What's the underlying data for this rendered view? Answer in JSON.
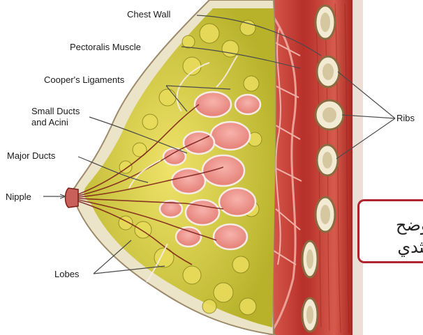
{
  "labels": {
    "chest_wall": "Chest Wall",
    "pectoralis_muscle": "Pectoralis Muscle",
    "coopers_ligaments": "Cooper's Ligaments",
    "small_ducts_line1": "Small Ducts",
    "small_ducts_line2": "and Acini",
    "major_ducts": "Major Ducts",
    "nipple": "Nipple",
    "lobes": "Lobes",
    "ribs": "Ribs"
  },
  "caption": {
    "line1": "يوضح",
    "line2": "الثدي"
  },
  "colors": {
    "muscle": "#c0392b",
    "fat": "#d8d23a",
    "tissue": "#e88a82",
    "border": "#b0242d"
  }
}
